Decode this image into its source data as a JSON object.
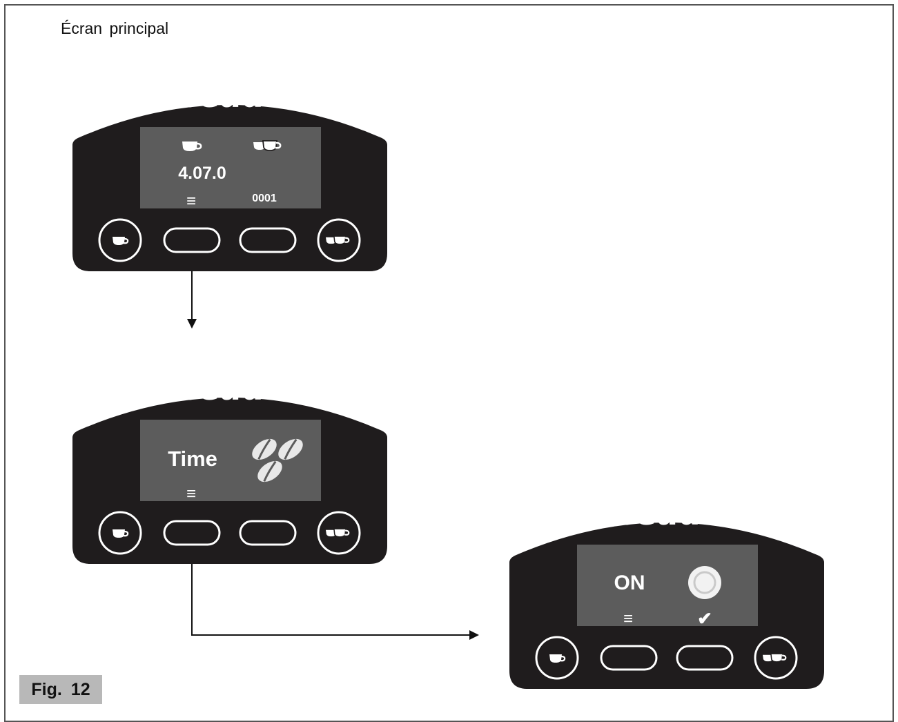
{
  "heading": "Écran  principal",
  "figure_label": "Fig.  12",
  "colors": {
    "panel": "#1f1c1d",
    "screen": "#5c5c5c",
    "lcd_text": "#ffffff"
  },
  "panels": [
    {
      "brand": "Ceado",
      "screen": {
        "version": "4.07.0",
        "counter": "0001",
        "icons": [
          "single-cup-icon",
          "double-cup-icon",
          "menu-icon"
        ]
      },
      "buttons": [
        "single-cup-button",
        "menu-button",
        "blank-button",
        "double-cup-button"
      ]
    },
    {
      "brand": "Ceado",
      "screen": {
        "label": "Time",
        "icons": [
          "coffee-beans-icon",
          "menu-icon"
        ]
      },
      "buttons": [
        "single-cup-button",
        "menu-button",
        "blank-button",
        "double-cup-button"
      ]
    },
    {
      "brand": "Ceado",
      "screen": {
        "label": "ON",
        "icons": [
          "radio-selected-icon",
          "menu-icon",
          "checkmark-icon"
        ]
      },
      "buttons": [
        "single-cup-button",
        "menu-button",
        "confirm-button",
        "double-cup-button"
      ]
    }
  ],
  "menu_glyph": "≡",
  "check_glyph": "✔"
}
